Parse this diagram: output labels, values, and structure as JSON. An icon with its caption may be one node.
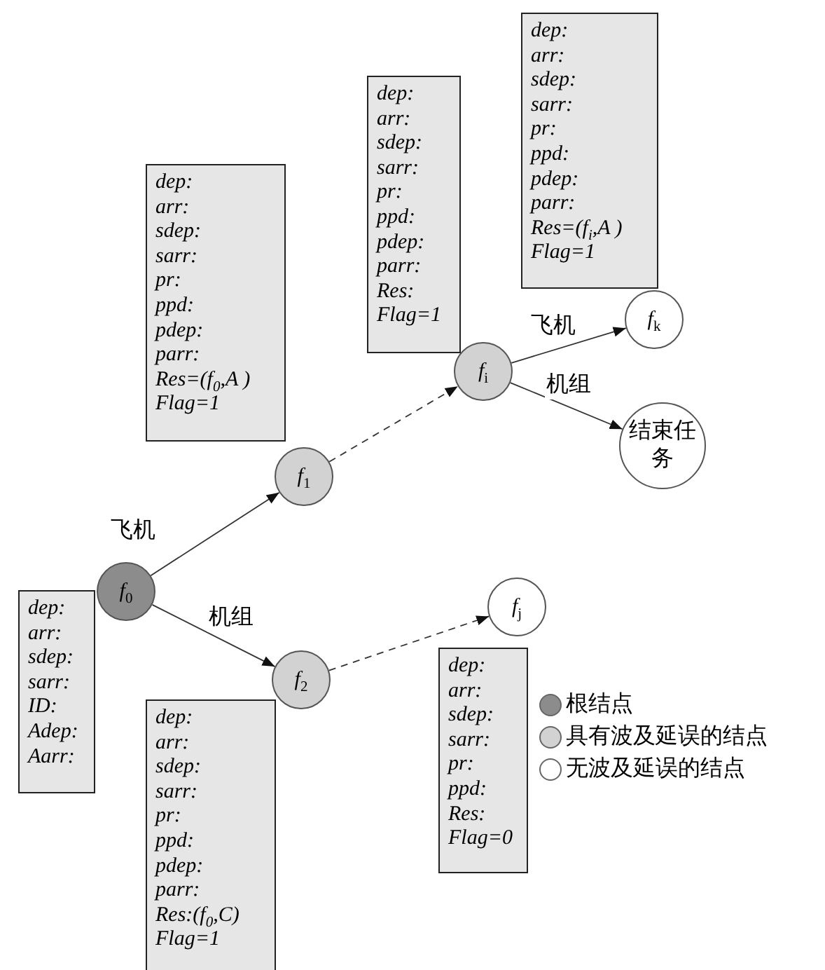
{
  "diagram": {
    "nodes": [
      {
        "text": [
          "*f*$_{0}$"
        ]
      },
      {
        "text": [
          "*f*$_{1}$"
        ]
      },
      {
        "text": [
          "*f*$_{2}$"
        ]
      },
      {
        "text": [
          "*f*$_{i}$"
        ]
      },
      {
        "text": [
          "*f*$_{k}$"
        ]
      },
      {
        "text": [
          "结束任务"
        ]
      },
      {
        "text": [
          "*f*$_{j}$"
        ]
      },
      {
        "text": [
          "*dep:*",
          "*arr:*",
          "*sdep:*",
          "*sarr:*",
          "*ID:*",
          "*Adep:*",
          "*Aarr:*"
        ]
      },
      {
        "text": [
          "*dep:*",
          "*arr:*",
          "*sdep:*",
          "*sarr:*",
          "*pr:*",
          "*ppd:*",
          "*pdep:*",
          "*parr:*",
          "*Res*=(*f*$_{0}$,*A* )",
          "*Flag*=1"
        ]
      },
      {
        "text": [
          "*dep:*",
          "*arr:*",
          "*sdep:*",
          "*sarr:*",
          "*pr:*",
          "*ppd:*",
          "*pdep:*",
          "*parr:*",
          "*Res:*(*f*$_{0}$,*C*)",
          "*Flag*=1"
        ]
      },
      {
        "text": [
          "*dep:*",
          "*arr:*",
          "*sdep:*",
          "*sarr:*",
          "*pr:*",
          "*ppd:*",
          "*pdep:*",
          "*parr:*",
          "*Res:*",
          "*Flag*=1"
        ]
      },
      {
        "text": [
          "*dep:*",
          "*arr:*",
          "*sdep:*",
          "*sarr:*",
          "*pr:*",
          "*ppd:*",
          "*pdep:*",
          "*parr:*",
          "*Res*=(*f*$_{i}$,*A* )",
          "*Flag*=1"
        ]
      },
      {
        "text": [
          "*dep:*",
          "*arr:*",
          "*sdep:*",
          "*sarr:*",
          "*pr:*",
          "*ppd:*",
          "*Res:*",
          "*Flag*=0"
        ]
      }
    ],
    "edges": [
      {
        "from": 0,
        "to": 1,
        "arrow": "to",
        "label": "飞机"
      },
      {
        "from": 0,
        "to": 2,
        "arrow": "to",
        "label": "机组"
      },
      {
        "from": 1,
        "to": 3,
        "arrow": "to",
        "style": "dashed"
      },
      {
        "from": 2,
        "to": 6,
        "arrow": "to",
        "style": "dashed"
      },
      {
        "from": 3,
        "to": 4,
        "arrow": "to",
        "label": "飞机"
      },
      {
        "from": 3,
        "to": 5,
        "arrow": "to",
        "label": "机组"
      }
    ],
    "legend": [
      {
        "text": "根结点",
        "color": "#8c8c8c"
      },
      {
        "text": "具有波及延误的结点",
        "color": "#d2d2d2"
      },
      {
        "text": "无波及延误的结点",
        "color": "#ffffff"
      }
    ]
  }
}
